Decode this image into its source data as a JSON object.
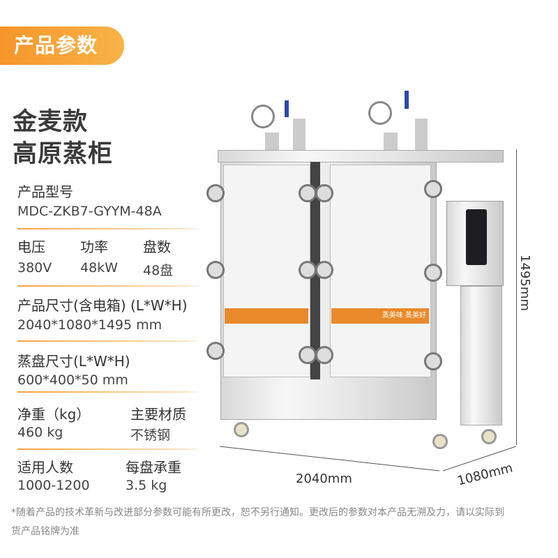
{
  "header": {
    "tab": "产品参数",
    "title_line1": "金麦款",
    "title_line2": "高原蒸柜"
  },
  "specs": {
    "model_label": "产品型号",
    "model_value": "MDC-ZKB7-GYYM-48A",
    "voltage_label": "电压",
    "voltage_value": "380V",
    "power_label": "功率",
    "power_value": "48kW",
    "trays_label": "盘数",
    "trays_value": "48盘",
    "size_label": "产品尺寸(含电箱) (L*W*H)",
    "size_value": "2040*1080*1495 mm",
    "tray_size_label": "蒸盘尺寸(L*W*H)",
    "tray_size_value": "600*400*50 mm",
    "weight_label": "净重（kg）",
    "weight_value": "460 kg",
    "material_label": "主要材质",
    "material_value": "不锈钢",
    "people_label": "适用人数",
    "people_value": "1000-1200",
    "load_label": "每盘承重",
    "load_value": "3.5 kg"
  },
  "dimensions": {
    "height": "1495mm",
    "length": "2040mm",
    "width": "1080mm"
  },
  "product_labels": {
    "door_tag": "蒸美味 蒸美好"
  },
  "note": "*随着产品的技术革新与改进部分参数可能有所更改，恕不另行通知。更改后的参数对本产品无溯及力，请以实际到货产品铭牌为准",
  "colors": {
    "accent": "#f7a33a",
    "divider": "#f5a23a"
  }
}
